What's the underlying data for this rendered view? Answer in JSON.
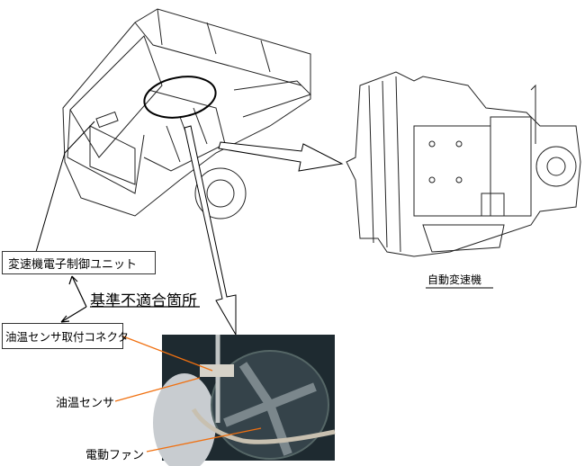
{
  "labels": {
    "ecu": "変速機電子制御ユニット",
    "nonconforming": "基準不適合箇所",
    "connector": "油温センサ取付コネクタ",
    "sensor": "油温センサ",
    "fan": "電動ファン",
    "transmission": "自動変速機"
  },
  "colors": {
    "leader": "#f07010",
    "photo_bg": "#1e2a30"
  }
}
